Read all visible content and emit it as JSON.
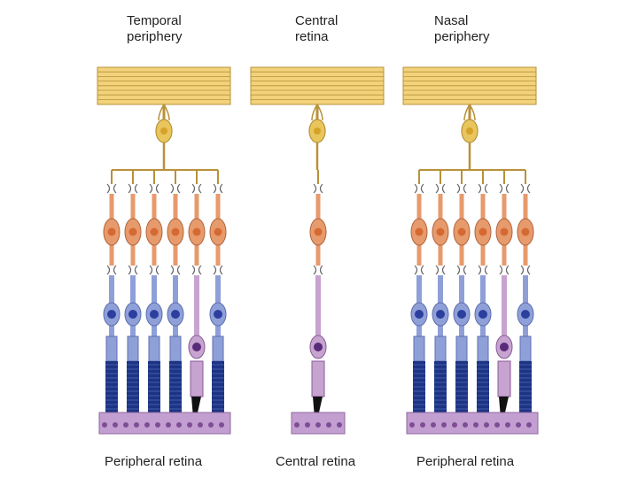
{
  "labels": {
    "temporal_top": "Temporal\nperiphery",
    "central_top": "Central\nretina",
    "nasal_top": "Nasal\nperiphery",
    "left_bottom": "Peripheral retina",
    "center_bottom": "Central retina",
    "right_bottom": "Peripheral retina"
  },
  "colors": {
    "nerve_bundle": "#f2d27a",
    "nerve_line": "#b8913a",
    "ganglion_cell": "#e8c65c",
    "bipolar_cell": "#e79a6c",
    "bipolar_nucleus": "#d46a32",
    "rod_body": "#8fa0d8",
    "rod_nucleus": "#2c3f9e",
    "rod_outer_segment": "#1d3484",
    "cone_body": "#c7a3cf",
    "cone_nucleus": "#5a2a7a",
    "pigment_epithelium": "#c29fd0"
  },
  "panels": [
    {
      "name": "temporal-periphery",
      "cells": [
        "rod",
        "rod",
        "rod",
        "rod",
        "cone",
        "rod"
      ]
    },
    {
      "name": "central-retina",
      "cells": [
        "cone"
      ]
    },
    {
      "name": "nasal-periphery",
      "cells": [
        "rod",
        "rod",
        "rod",
        "rod",
        "cone",
        "rod"
      ]
    }
  ]
}
